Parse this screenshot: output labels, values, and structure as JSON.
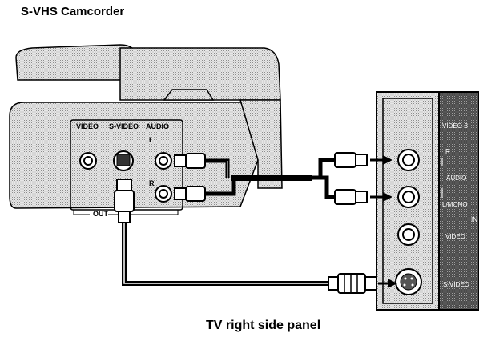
{
  "title": "S-VHS Camcorder",
  "caption": "TV right side panel",
  "camcorder": {
    "video_label": "VIDEO",
    "svideo_label": "S-VIDEO",
    "audio_label": "AUDIO",
    "left_label": "L",
    "right_label": "R",
    "out_label": "OUT"
  },
  "tv_panel": {
    "video3_label": "VIDEO-3",
    "r_label": "R",
    "audio_label": "AUDIO",
    "lmono_label": "L/MONO",
    "in_label": "IN",
    "video_label": "VIDEO",
    "svideo_label": "S-VIDEO"
  },
  "colors": {
    "stipple": "#c8c8c8",
    "dark_stipple": "#6a6a6a",
    "line": "#000000"
  }
}
